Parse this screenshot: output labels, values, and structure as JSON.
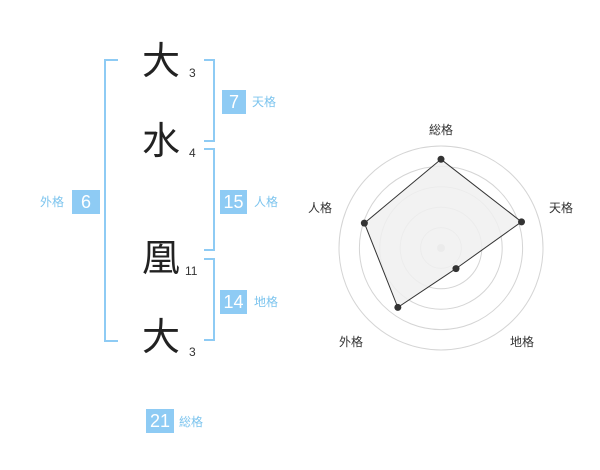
{
  "name_chars": [
    {
      "char": "大",
      "strokes": "3"
    },
    {
      "char": "水",
      "strokes": "4"
    },
    {
      "char": "凰",
      "strokes": "11"
    },
    {
      "char": "大",
      "strokes": "3"
    }
  ],
  "kakusu": {
    "tenkaku": {
      "value": "7",
      "label": "天格"
    },
    "jinkaku": {
      "value": "15",
      "label": "人格"
    },
    "chikaku": {
      "value": "14",
      "label": "地格"
    },
    "gaikaku": {
      "value": "6",
      "label": "外格"
    },
    "soukaku": {
      "value": "21",
      "label": "総格"
    }
  },
  "chart_data": {
    "type": "radar",
    "axes": [
      "総格",
      "天格",
      "地格",
      "外格",
      "人格"
    ],
    "values": [
      0.87,
      0.83,
      0.25,
      0.72,
      0.79
    ],
    "max": 1,
    "rings": 5,
    "colors": {
      "fill": "#f0f0f0",
      "line": "#333333",
      "ring": "#d4d4d4",
      "center": "#cfcfcf"
    }
  }
}
